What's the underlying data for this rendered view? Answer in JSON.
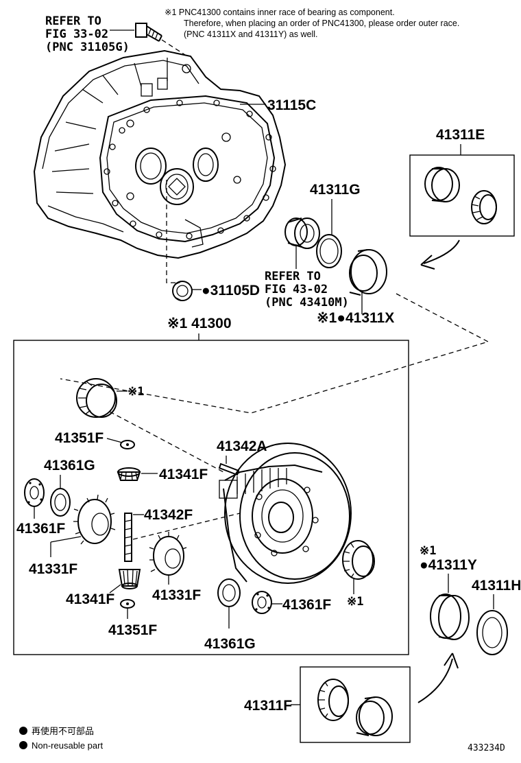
{
  "note": {
    "line1": "※1 PNC41300 contains inner race of bearing as component.",
    "line2": "Therefore, when placing an order of PNC41300, please order outer race.",
    "line3": "(PNC 41311X and 41311Y) as well."
  },
  "refer_top": {
    "line1": "REFER TO",
    "line2": "FIG 33-02",
    "line3": "(PNC 31105G)"
  },
  "refer_mid": {
    "line1": "REFER TO",
    "line2": "FIG 43-02",
    "line3": "(PNC 43410M)"
  },
  "labels": {
    "p31115C": "31115C",
    "p31105D": "●31105D",
    "p41311G": "41311G",
    "p41311E": "41311E",
    "p41311X": "※1●41311X",
    "p41300": "※1 41300",
    "p41351F_top": "41351F",
    "p41342A": "41342A",
    "p41361G_left": "41361G",
    "p41341F_top": "41341F",
    "p41342F": "41342F",
    "p41361F_left": "41361F",
    "p41331F_left": "41331F",
    "p41341F_bottom": "41341F",
    "p41331F_mid": "41331F",
    "p41351F_bottom": "41351F",
    "p41361F_right": "41361F",
    "p41361G_bottom": "41361G",
    "mark1_top": "※1",
    "mark1_right": "※1",
    "p41311Y_mark": "※1",
    "p41311Y": "●41311Y",
    "p41311H": "41311H",
    "p41311F": "41311F"
  },
  "legend": {
    "jp": "再使用不可部品",
    "en": "Non-reusable part"
  },
  "figure_id": "433234D"
}
